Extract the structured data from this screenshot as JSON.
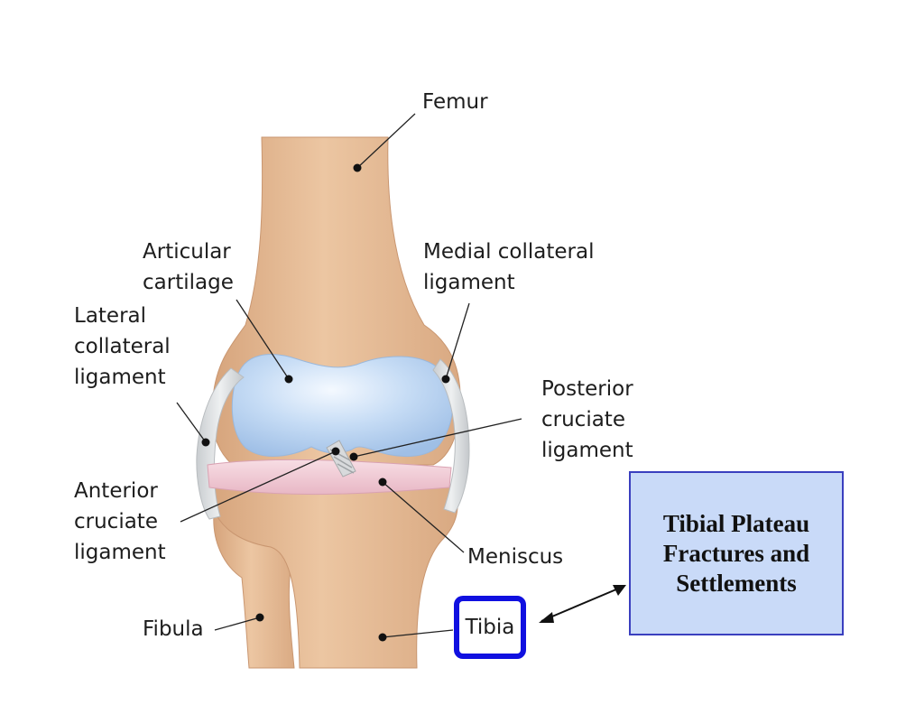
{
  "labels": {
    "femur": "Femur",
    "articular_cartilage": "Articular\ncartilage",
    "medial_collateral": "Medial collateral\nligament",
    "lateral_collateral": "Lateral\ncollateral\nligament",
    "posterior_cruciate": "Posterior\ncruciate\nligament",
    "anterior_cruciate": "Anterior\ncruciate\nligament",
    "meniscus": "Meniscus",
    "fibula": "Fibula",
    "tibia": "Tibia"
  },
  "callout": {
    "text": "Tibial Plateau\nFractures and\nSettlements"
  },
  "colors": {
    "bone": "#e6bc96",
    "cartilage": "#bcd6f2",
    "ligament": "#d9dde0",
    "meniscus": "#f2cfd8",
    "callout_fill": "#c9daf8",
    "callout_border": "#3a3fbf",
    "tibia_box_border": "#1010e0"
  }
}
